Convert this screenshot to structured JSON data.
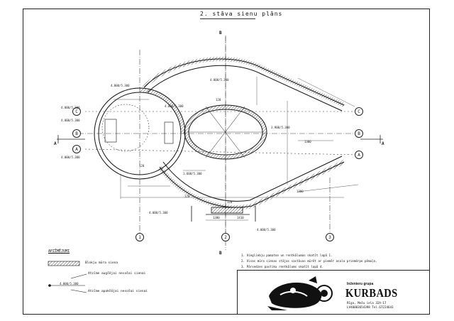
{
  "sheet": {
    "title": "2. stāva sienu plāns"
  },
  "axes": {
    "section_top": "B",
    "section_bottom": "B",
    "section_left": "A",
    "section_right": "A",
    "row_c_left": "C",
    "row_b_left": "B",
    "row_a_left": "A",
    "row_c_right": "C",
    "row_b_right": "B",
    "row_a_right": "A",
    "col_1": "1",
    "col_2": "2",
    "col_3": "3"
  },
  "dimensions": {
    "d1": "4.000/5.300",
    "d2": "4.000/5.300",
    "d3": "4.000/5.300",
    "d4": "4.000/5.300",
    "d5": "4.000/5.300",
    "d6": "4.000/5.300",
    "d7": "1.600/5.300",
    "d8": "3.900/5.300",
    "d9": "4.000/5.300",
    "d10": "120",
    "d11": "120",
    "d12": "120",
    "d13": "1300",
    "d14": "1300",
    "d15": "1410",
    "d16": "4.000/5.300",
    "d17": "120",
    "d18": "1300"
  },
  "legend": {
    "title": "APZĪMĒJUMI",
    "item1": "Blokju mūra siena",
    "item2": "Atzīme augšējai nesošai sienai",
    "item3": "Atzīme apakšējai nesošai sienai",
    "marker_label": "4.000/5.300"
  },
  "notes": {
    "n1": "1. Viegliebju pamatne un rentkālumas skatīt lapā 1.",
    "n2": "2. Visas mūra sienas stājas sastāvas mūrēt ar piemēr asala priemērpe pēmaļa.",
    "n3": "3. Pārsedzes pastiku rentkālums skatīt lapā 4."
  },
  "titleblock": {
    "firm_subtitle": "Inženieru grupa",
    "firm_name": "KURBADS",
    "address": "Rīga, Mežu iela 32A-17",
    "registration": "LV40003654398 Tel.67224643"
  }
}
